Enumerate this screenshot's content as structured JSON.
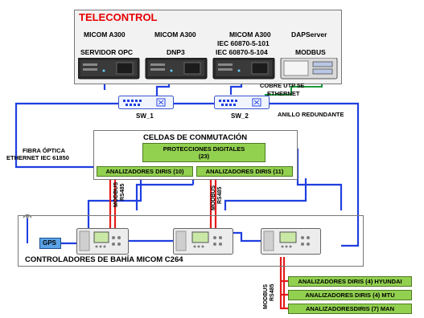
{
  "telecontrol": {
    "title": "TELECONTROL",
    "servers": [
      {
        "vendor": "MICOM A300",
        "role": "SERVIDOR OPC"
      },
      {
        "vendor": "MICOM A300",
        "role": "DNP3"
      },
      {
        "vendor": "MICOM A300",
        "role_line1": "IEC 60870-5-101",
        "role_line2": "IEC 60870-5-104"
      },
      {
        "vendor": "DAPServer",
        "role": "MODBUS"
      }
    ]
  },
  "network": {
    "switch1": "SW_1",
    "switch2": "SW_2",
    "copper_line1": "COBRE UTP 5E",
    "copper_line2": "ETHERNET",
    "ring": "ANILLO REDUNDANTE",
    "fiber_line1": "FIBRA ÓPTICA",
    "fiber_line2": "ETHERNET IEC 61850"
  },
  "cells": {
    "title": "CELDAS DE CONMUTACIÓN",
    "protections_line1": "PROTECCIONES DIGITALES",
    "protections_line2": "(23)",
    "analyzers_left": "ANALIZADORES DIRIS (10)",
    "analyzers_right": "ANALIZADORES DIRIS (11)"
  },
  "bus_labels": {
    "modbus": "MODBUS",
    "rs485": "RS485"
  },
  "bay": {
    "title": "CONTROLADORES DE BAHÍA MICOM C264",
    "gps": "GPS"
  },
  "external_analyzers": [
    "ANALIZADORES DIRIS (4) HYUNDAI",
    "ANALIZADORES DIRIS (4) MTU",
    "ANALIZADORESDIRIS (7) MAN"
  ],
  "colors": {
    "ethernet": "#1f3fe0",
    "serial": "#e31b1b",
    "copper": "#1a9a3a",
    "analyzer_fill": "#92d050",
    "gps_fill": "#5ba3e6"
  }
}
